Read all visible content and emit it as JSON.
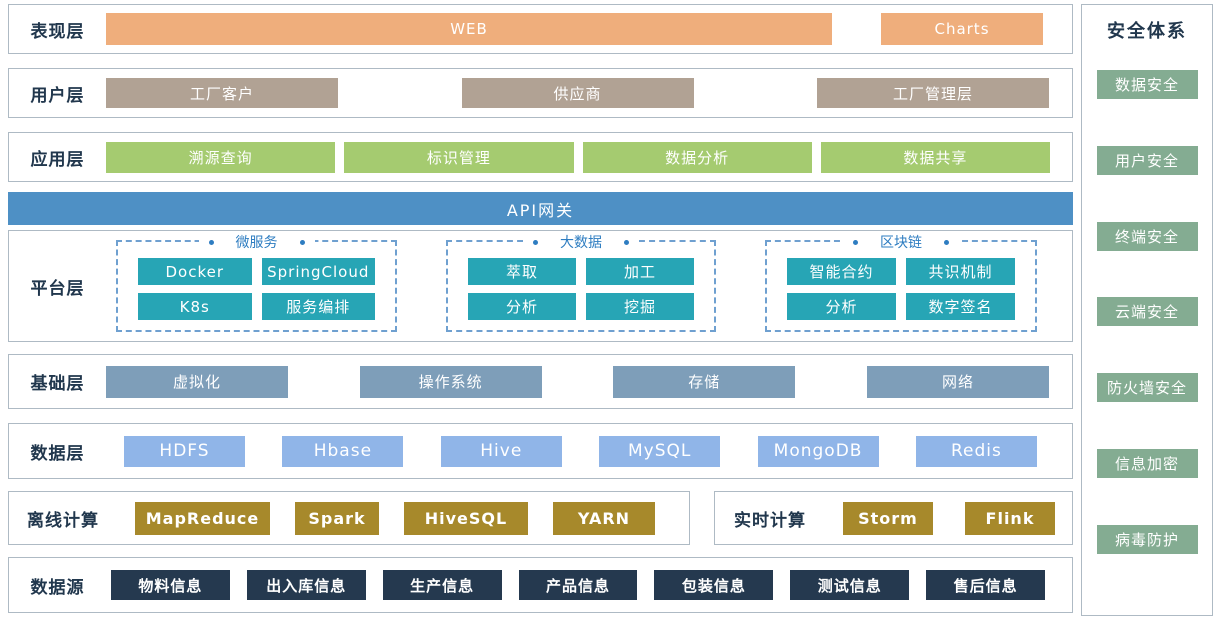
{
  "layers": {
    "presentation": {
      "label": "表现层",
      "items": [
        "WEB",
        "Charts"
      ]
    },
    "user": {
      "label": "用户层",
      "items": [
        "工厂客户",
        "供应商",
        "工厂管理层"
      ]
    },
    "application": {
      "label": "应用层",
      "items": [
        "溯源查询",
        "标识管理",
        "数据分析",
        "数据共享"
      ]
    },
    "gateway": {
      "label": "API网关"
    },
    "platform": {
      "label": "平台层",
      "groups": [
        {
          "name": "微服务",
          "items": [
            "Docker",
            "SpringCloud",
            "K8s",
            "服务编排"
          ]
        },
        {
          "name": "大数据",
          "items": [
            "萃取",
            "加工",
            "分析",
            "挖掘"
          ]
        },
        {
          "name": "区块链",
          "items": [
            "智能合约",
            "共识机制",
            "分析",
            "数字签名"
          ]
        }
      ]
    },
    "infrastructure": {
      "label": "基础层",
      "items": [
        "虚拟化",
        "操作系统",
        "存储",
        "网络"
      ]
    },
    "data": {
      "label": "数据层",
      "items": [
        "HDFS",
        "Hbase",
        "Hive",
        "MySQL",
        "MongoDB",
        "Redis"
      ]
    },
    "computing": {
      "sections": [
        {
          "label": "离线计算",
          "items": [
            "MapReduce",
            "Spark",
            "HiveSQL",
            "YARN"
          ]
        },
        {
          "label": "实时计算",
          "items": [
            "Storm",
            "Flink"
          ]
        }
      ]
    },
    "source": {
      "label": "数据源",
      "items": [
        "物料信息",
        "出入库信息",
        "生产信息",
        "产品信息",
        "包装信息",
        "测试信息",
        "售后信息"
      ]
    }
  },
  "security": {
    "title": "安全体系",
    "items": [
      "数据安全",
      "用户安全",
      "终端安全",
      "云端安全",
      "防火墙安全",
      "信息加密",
      "病毒防护"
    ]
  },
  "colors": {
    "presentation": "#efae7c",
    "user": "#b1a294",
    "application": "#a5cb70",
    "gateway": "#4e90c5",
    "platform": "#27a5b5",
    "infrastructure": "#7e9eb9",
    "data": "#90b5e8",
    "computing": "#a7892b",
    "source": "#25394f",
    "security": "#84ac92",
    "groupLabel": "#2e7dc1",
    "layerLabel": "#21374d",
    "border": "#aebac4",
    "dashed": "#6fa0d0"
  }
}
